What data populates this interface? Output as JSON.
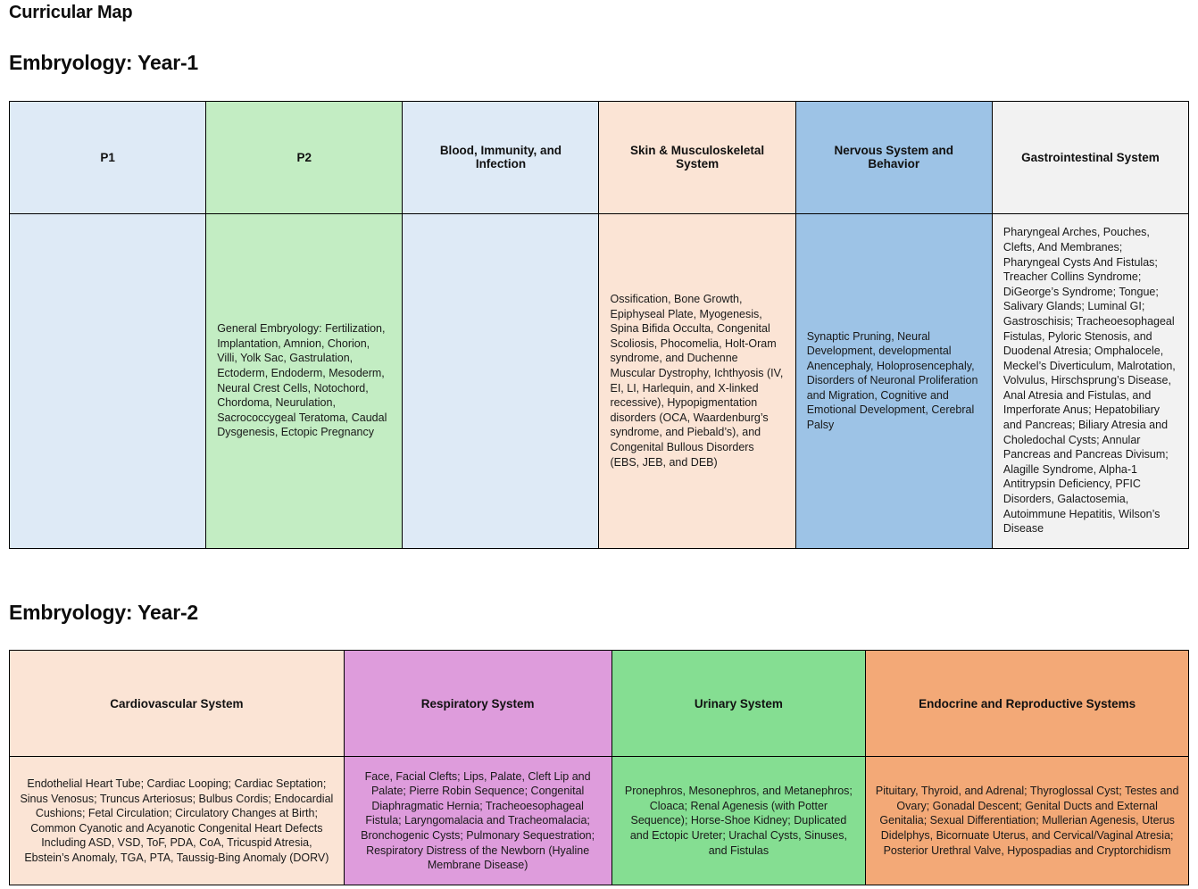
{
  "page": {
    "title": "Curricular Map",
    "section1_heading": "Embryology: Year-1",
    "section2_heading": "Embryology: Year-2"
  },
  "colors": {
    "light_blue": "#DEEAF6",
    "light_green": "#C3EDC3",
    "peach": "#FBE4D5",
    "medium_blue": "#9DC3E6",
    "light_gray": "#F2F2F2",
    "orchid": "#DE9CDC",
    "medium_green": "#85DE92",
    "orange": "#F3A977",
    "border": "#000000"
  },
  "year1_table": {
    "columns": [
      {
        "header": "P1",
        "body": "",
        "color": "#DEEAF6"
      },
      {
        "header": "P2",
        "body": "General Embryology: Fertilization, Implantation, Amnion, Chorion, Villi, Yolk Sac, Gastrulation, Ectoderm, Endoderm, Mesoderm, Neural Crest Cells, Notochord, Chordoma, Neurulation, Sacrococcygeal Teratoma, Caudal Dysgenesis, Ectopic Pregnancy",
        "color": "#C3EDC3"
      },
      {
        "header": "Blood, Immunity, and Infection",
        "body": "",
        "color": "#DEEAF6"
      },
      {
        "header": "Skin & Musculoskeletal System",
        "body": "Ossification, Bone Growth, Epiphyseal Plate, Myogenesis, Spina Bifida Occulta, Congenital Scoliosis, Phocomelia, Holt-Oram syndrome, and Duchenne Muscular Dystrophy, Ichthyosis (IV, EI, LI, Harlequin, and X-linked recessive), Hypopigmentation disorders (OCA, Waardenburg’s syndrome, and Piebald’s), and Congenital Bullous Disorders (EBS, JEB, and DEB)",
        "color": "#FBE4D5"
      },
      {
        "header": "Nervous System and Behavior",
        "body": "Synaptic Pruning, Neural Development, developmental Anencephaly, Holoprosencephaly, Disorders of Neuronal Proliferation and Migration, Cognitive and Emotional Development, Cerebral Palsy",
        "color": "#9DC3E6"
      },
      {
        "header": "Gastrointestinal System",
        "body": "Pharyngeal Arches, Pouches, Clefts, And Membranes; Pharyngeal Cysts And Fistulas; Treacher Collins Syndrome; DiGeorge’s Syndrome; Tongue; Salivary Glands; Luminal GI; Gastroschisis; Tracheoesophageal Fistulas, Pyloric Stenosis, and Duodenal Atresia; Omphalocele, Meckel’s Diverticulum, Malrotation, Volvulus, Hirschsprung’s Disease, Anal Atresia and Fistulas, and Imperforate Anus; Hepatobiliary and Pancreas; Biliary Atresia and Choledochal Cysts; Annular Pancreas and Pancreas Divisum; Alagille Syndrome, Alpha-1 Antitrypsin Deficiency, PFIC Disorders, Galactosemia, Autoimmune Hepatitis, Wilson’s Disease",
        "color": "#F2F2F2"
      }
    ]
  },
  "year2_table": {
    "columns": [
      {
        "header": "Cardiovascular System",
        "body": "Endothelial Heart Tube; Cardiac Looping; Cardiac Septation; Sinus Venosus; Truncus Arteriosus; Bulbus Cordis; Endocardial Cushions; Fetal Circulation; Circulatory Changes at Birth; Common Cyanotic and Acyanotic Congenital Heart Defects Including ASD, VSD, ToF, PDA, CoA, Tricuspid Atresia, Ebstein’s Anomaly, TGA, PTA, Taussig-Bing Anomaly (DORV)",
        "color": "#FBE4D5"
      },
      {
        "header": "Respiratory System",
        "body": "Face, Facial Clefts; Lips, Palate, Cleft Lip and Palate; Pierre Robin Sequence; Congenital Diaphragmatic Hernia; Tracheoesophageal Fistula; Laryngomalacia and Tracheomalacia; Bronchogenic Cysts; Pulmonary Sequestration; Respiratory Distress of the Newborn (Hyaline Membrane Disease)",
        "color": "#DE9CDC"
      },
      {
        "header": "Urinary System",
        "body": "Pronephros, Mesonephros, and Metanephros; Cloaca; Renal Agenesis (with Potter Sequence); Horse-Shoe Kidney; Duplicated and Ectopic Ureter; Urachal Cysts, Sinuses, and Fistulas",
        "color": "#85DE92"
      },
      {
        "header": "Endocrine and Reproductive Systems",
        "body": "Pituitary, Thyroid, and Adrenal; Thyroglossal Cyst; Testes and Ovary; Gonadal Descent; Genital Ducts and External Genitalia; Sexual Differentiation; Mullerian Agenesis, Uterus Didelphys, Bicornuate Uterus, and Cervical/Vaginal Atresia; Posterior Urethral Valve, Hypospadias and Cryptorchidism",
        "color": "#F3A977"
      }
    ]
  }
}
